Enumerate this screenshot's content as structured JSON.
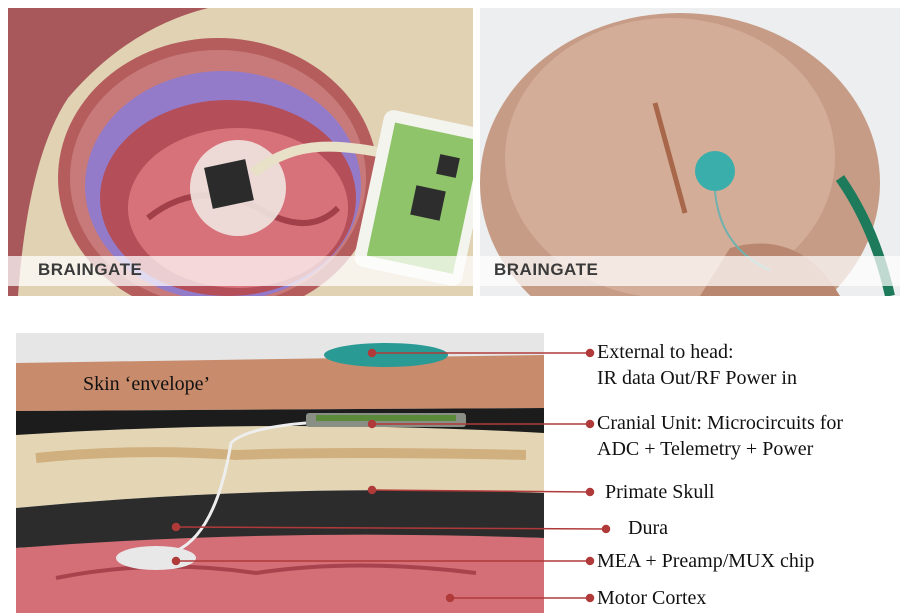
{
  "panels": {
    "top_left": {
      "watermark": "BRAINGATE"
    },
    "top_right": {
      "watermark": "BRAINGATE"
    }
  },
  "diagram": {
    "skin_label": "Skin ‘envelope’",
    "callouts": [
      {
        "line1": "External to head:",
        "line2": "IR data Out/RF Power in"
      },
      {
        "line1": "Cranial Unit: Microcircuits for",
        "line2": "ADC + Telemetry + Power"
      },
      {
        "line1": "Primate Skull"
      },
      {
        "line1": "Dura"
      },
      {
        "line1": "MEA + Preamp/MUX chip"
      },
      {
        "line1": "Motor Cortex"
      }
    ]
  },
  "colors": {
    "leader": "#b03a3a",
    "skin": "#c98a6a",
    "skull": "#e8dcc0",
    "cortex": "#d98a8a",
    "teal": "#2a9a95"
  }
}
